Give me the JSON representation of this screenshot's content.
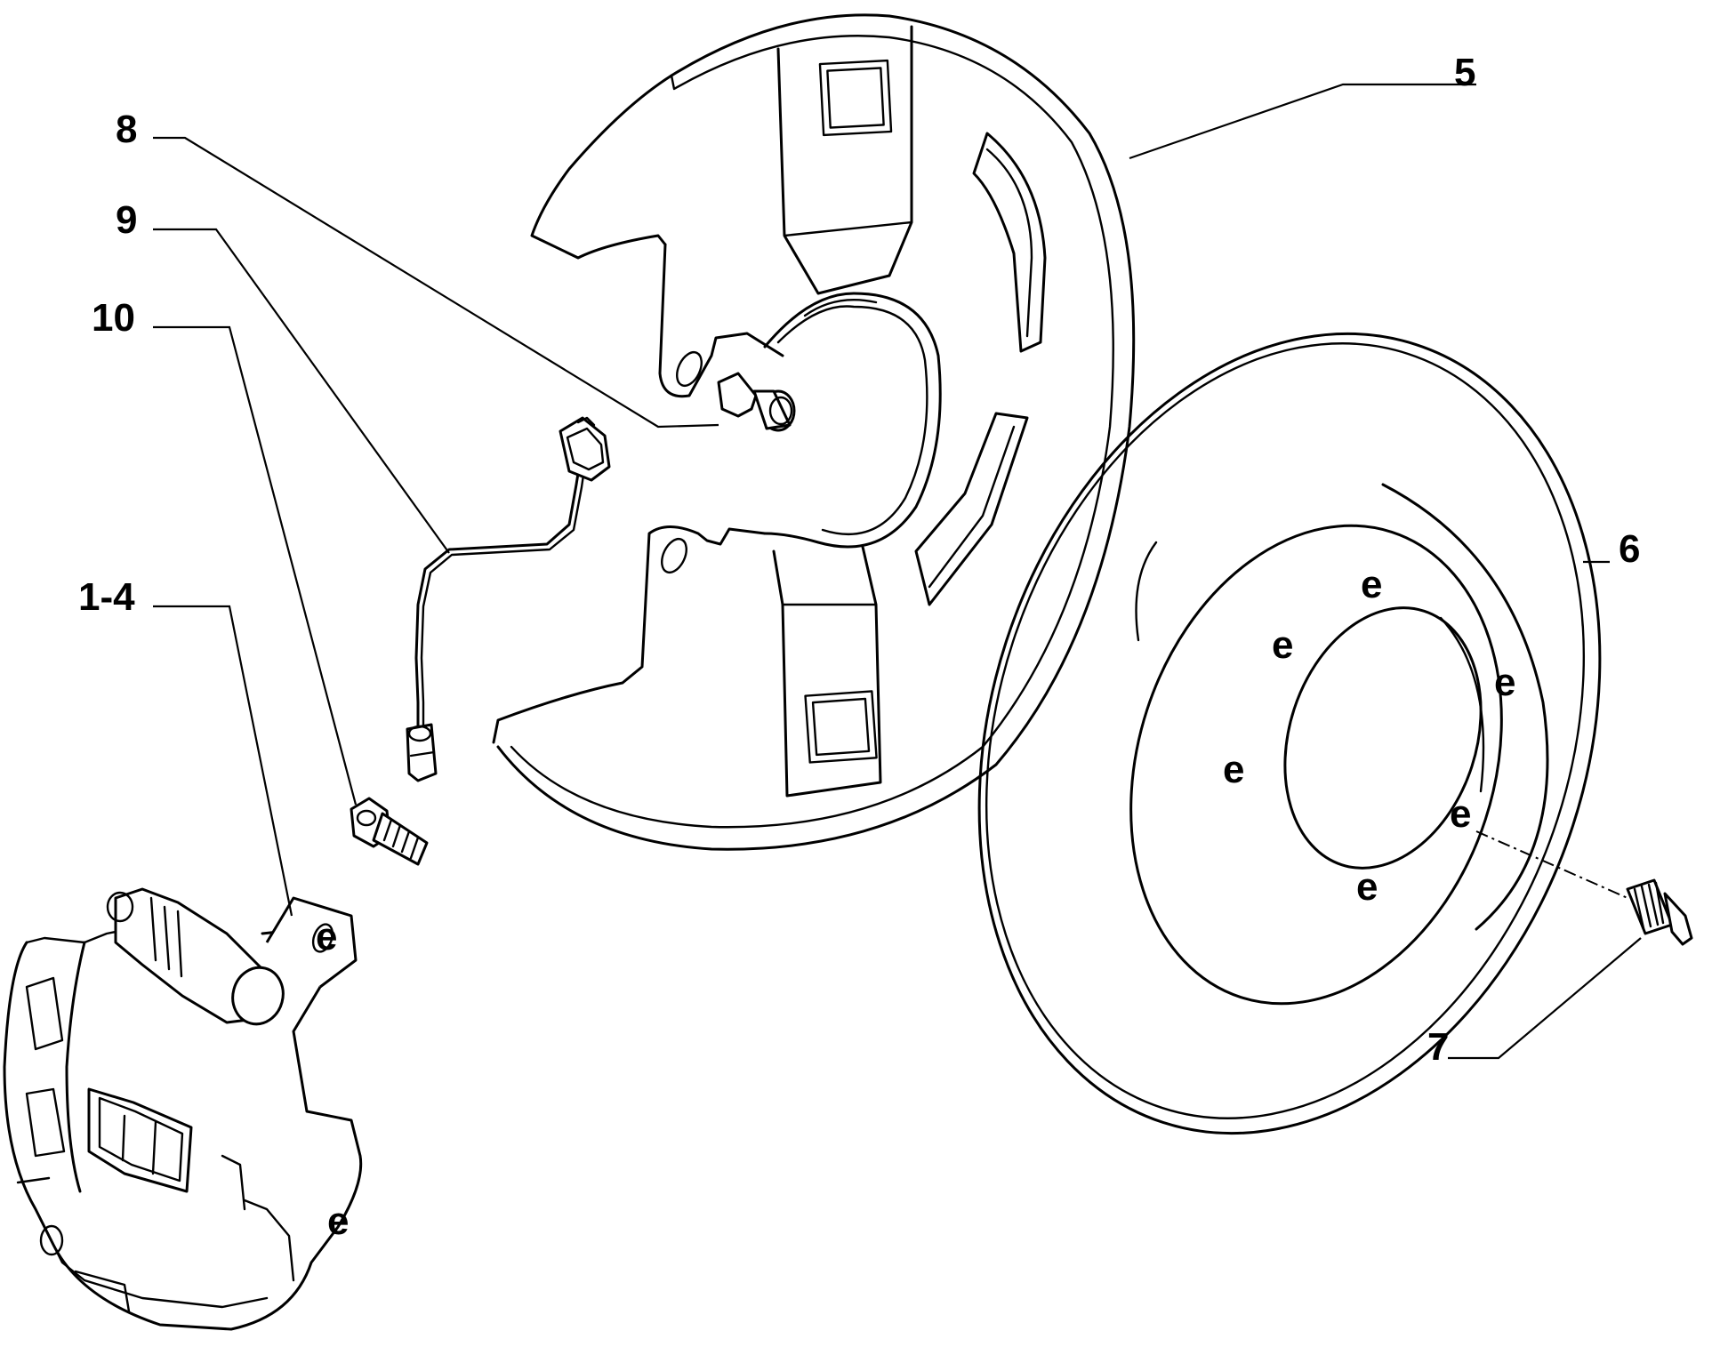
{
  "labels": {
    "part_5": "5",
    "part_6": "6",
    "part_7": "7",
    "part_8": "8",
    "part_9": "9",
    "part_10": "10",
    "part_1_4": "1-4"
  },
  "colors": {
    "line": "#000000",
    "background": "#ffffff"
  }
}
